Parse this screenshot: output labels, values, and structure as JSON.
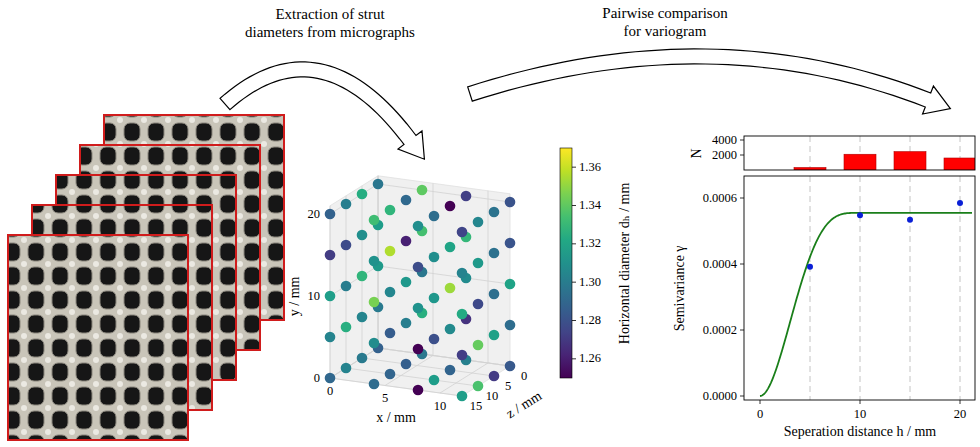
{
  "diagram": {
    "labels": [
      "Extraction of strut diameters from micrographs",
      "Pairwise comparison for variogram",
      "20",
      "10",
      "0",
      "y / mm",
      "0",
      "5",
      "10",
      "x / mm",
      "0",
      "5",
      "10",
      "15",
      "z / mm",
      "1.36",
      "1.34",
      "1.32",
      "1.30",
      "1.28",
      "1.26",
      "Horizontal diameter dₕ / mm",
      "4000",
      "2000",
      "N",
      "0.0006",
      "0.0004",
      "0.0002",
      "0.0000",
      "Semivariance γ",
      "0",
      "10",
      "20",
      "Seperation distance h / mm"
    ]
  }
}
